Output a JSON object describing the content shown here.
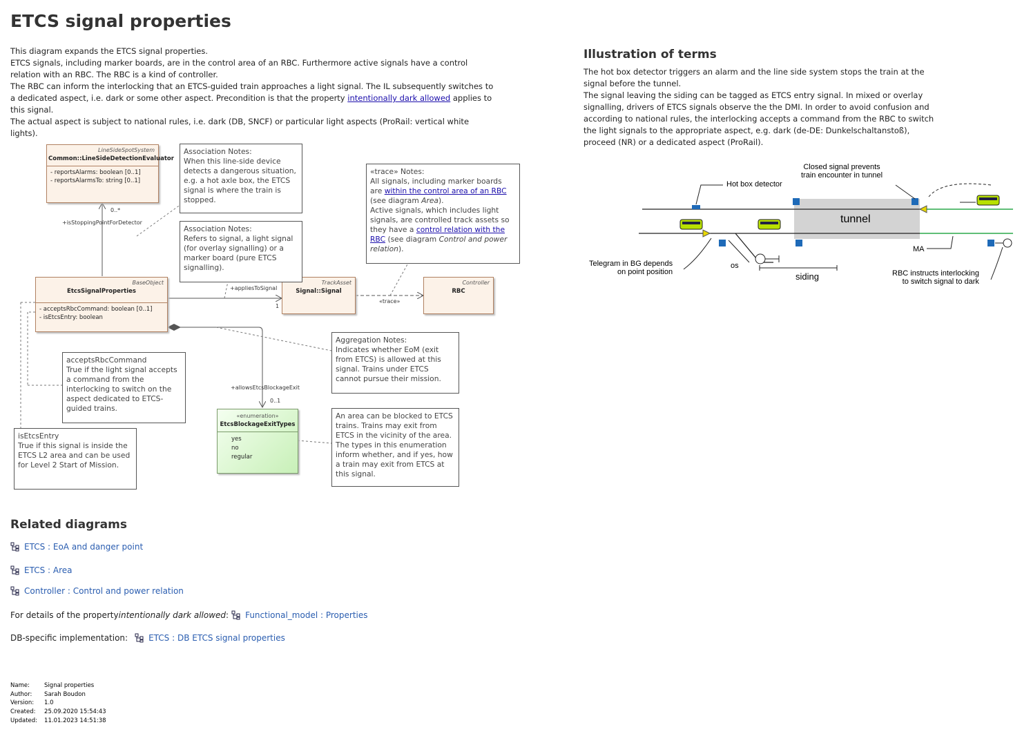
{
  "title": "ETCS signal properties",
  "intro": [
    "This diagram expands the ETCS signal properties.",
    "ETCS signals, including marker boards, are in the control area of an RBC. Furthermore active signals have a control relation with an RBC. The RBC is a kind of controller.",
    "The RBC can inform the interlocking that an ETCS-guided train approaches a light signal. The IL subsequently switches to a dedicated aspect, i.e. dark or some other aspect. Precondition is that the property",
    "intentionally dark allowed",
    " applies to this signal.",
    "The actual aspect is subject to national rules, i.e. dark (DB, SNCF) or particular light aspects (ProRail: vertical white lights)."
  ],
  "illustration": {
    "heading": "Illustration of terms",
    "text": [
      "The hot box detector triggers an alarm and the line side system stops the train at the signal before the tunnel.",
      "The signal leaving the siding can be tagged as ETCS entry signal. In mixed or overlay signalling, drivers of ETCS signals observe the the DMI. In order to avoid confusion and according to national rules, the interlocking accepts a command from the RBC to switch the light signals to the appropriate aspect, e.g. dark (de-DE: Dunkelschaltanstoß), proceed (NR) or a dedicated aspect (ProRail)."
    ],
    "labels": {
      "hot_box": "Hot box detector",
      "closed_signal": "Closed signal prevents\ntrain encounter in tunnel",
      "tunnel": "tunnel",
      "ma": "MA",
      "os": "os",
      "siding": "siding",
      "telegram": "Telegram in BG depends\non point position",
      "rbc_instructs": "RBC instructs interlocking\nto switch signal to dark"
    }
  },
  "uml": {
    "detector": {
      "stereo": "LineSideSpotSystem",
      "name": "Common::LineSideDetectionEvaluator",
      "attrs": [
        "-   reportsAlarms: boolean [0..1]",
        "-   reportsAlarmsTo: string [0..1]"
      ]
    },
    "etcs": {
      "stereo": "BaseObject",
      "name": "EtcsSignalProperties",
      "attrs": [
        "-   acceptsRbcCommand: boolean [0..1]",
        "-   isEtcsEntry: boolean"
      ]
    },
    "signal": {
      "stereo": "TrackAsset",
      "name": "Signal::Signal"
    },
    "rbc": {
      "stereo": "Controller",
      "name": "RBC"
    },
    "enum": {
      "stereo": "«enumeration»",
      "name": "EtcsBlockageExitTypes",
      "values": [
        "yes",
        "no",
        "regular"
      ]
    },
    "labels": {
      "stop_mult": "0..*",
      "stop_role": "+isStoppingPointForDetector",
      "applies": "+appliesToSignal",
      "applies_mult": "1",
      "trace": "«trace»",
      "allows": "+allowsEtcsBlockageExit",
      "allows_mult": "0..1"
    },
    "notes": {
      "assoc1": "Association Notes:\nWhen this line-side device detects a dangerous situation, e.g. a hot axle box, the ETCS signal is where the train is stopped.",
      "assoc2": "Association Notes:\nRefers to signal, a light signal (for overlay signalling) or a marker board (pure ETCS signalling).",
      "trace_a": "«trace» Notes:\nAll signals, including marker boards are ",
      "trace_link1": "within the control area of an RBC",
      "trace_b": " (see diagram ",
      "trace_b_em": "Area",
      "trace_c": ").\nActive signals, which includes light signals, are controlled track assets so they have a ",
      "trace_link2": "control relation with the RBC",
      "trace_d": " (see diagram ",
      "trace_d_em": "Control and power relation",
      "trace_e": ").",
      "aggregation": "Aggregation Notes:\nIndicates whether EoM (exit from ETCS) is allowed at this signal. Trains under ETCS cannot pursue their mission.",
      "accepts": "acceptsRbcCommand\nTrue if the light signal accepts a command from the interlocking to switch on the aspect dedicated to ETCS-guided trains.",
      "is_entry": "isEtcsEntry\nTrue if this signal is inside the ETCS L2 area and can be used for Level 2 Start of Mission.",
      "area": "An area can be blocked to ETCS trains. Trains may exit from ETCS in the vicinity of the area. The types in this enumeration inform whether, and if yes, how a train may exit from ETCS at this signal."
    }
  },
  "related": {
    "heading": "Related diagrams",
    "links": [
      "ETCS : EoA and danger point",
      "ETCS : Area",
      "Controller : Control and power relation"
    ],
    "details_prefix": "For details of the property ",
    "details_em": "intentionally dark allowed",
    "details_suffix": ":",
    "details_link": "Functional_model : Properties",
    "db_prefix": "DB-specific implementation:",
    "db_link": "ETCS : DB ETCS signal properties"
  },
  "meta": [
    {
      "k": "Name:",
      "v": "Signal properties"
    },
    {
      "k": "Author:",
      "v": "Sarah Boudon"
    },
    {
      "k": "Version:",
      "v": "1.0"
    },
    {
      "k": "Created:",
      "v": "25.09.2020 15:54:43"
    },
    {
      "k": "Updated:",
      "v": "11.01.2023 14:51:38"
    }
  ]
}
